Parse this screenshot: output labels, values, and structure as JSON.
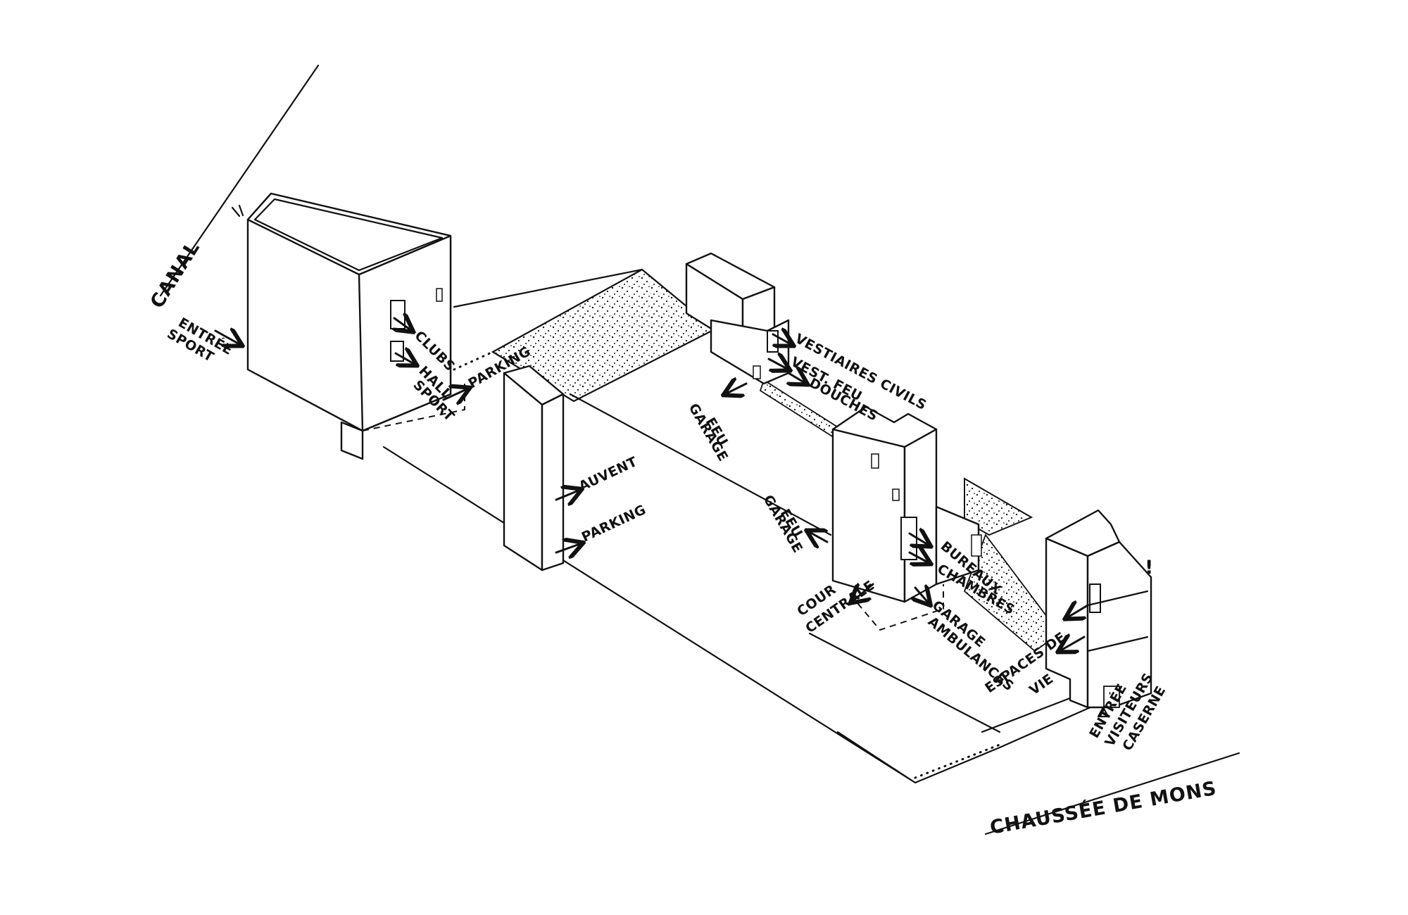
{
  "diagram": {
    "streets": {
      "canal": "CANAL",
      "chaussee": "CHAUSSÉE DE MONS"
    },
    "labels": {
      "entree_sport": [
        "ENTRÉE",
        "SPORT"
      ],
      "parking_top": "PARKING",
      "clubs": "CLUBS",
      "hall_sport": [
        "HALL",
        "SPORT"
      ],
      "auvent": "AUVENT",
      "parking_mid": "PARKING",
      "vestiaires_civils": "VESTIAIRES CIVILS",
      "vest_feu": "VEST. FEU",
      "douches": "DOUCHES",
      "garage_feu_top": [
        "GARAGE",
        "FEU"
      ],
      "garage_feu_mid": [
        "GARAGE",
        "FEU"
      ],
      "bureaux": "BUREAUX",
      "chambres": "CHAMBRES",
      "garage_ambulances": [
        "GARAGE",
        "AMBULANCES"
      ],
      "cour_centrale": [
        "COUR",
        "CENTRALE"
      ],
      "espaces_de_vie": [
        "ESPACES DE",
        "VIE"
      ],
      "entree_visiteurs": [
        "ENTRÉE",
        "VISITEURS",
        "CASERNE"
      ],
      "exclaim": "!"
    }
  }
}
